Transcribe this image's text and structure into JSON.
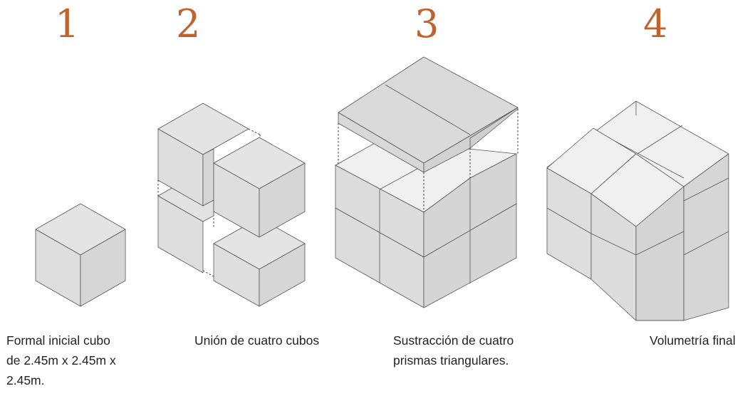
{
  "steps": [
    {
      "number": "1",
      "caption": [
        "Formal inicial cubo",
        "de 2.45m x 2.45m x",
        "2.45m."
      ]
    },
    {
      "number": "2",
      "caption": [
        "Unión de cuatro cubos"
      ]
    },
    {
      "number": "3",
      "caption": [
        "Sustracción de cuatro",
        "prismas triangulares."
      ]
    },
    {
      "number": "4",
      "caption": [
        "Volumetría final"
      ]
    }
  ],
  "colors": {
    "accent": "#c0622e",
    "face_top": "#e4e4e4",
    "face_left": "#dedede",
    "face_right": "#d6d6d6",
    "face_light": "#f0f0f0",
    "edge": "#555555"
  }
}
